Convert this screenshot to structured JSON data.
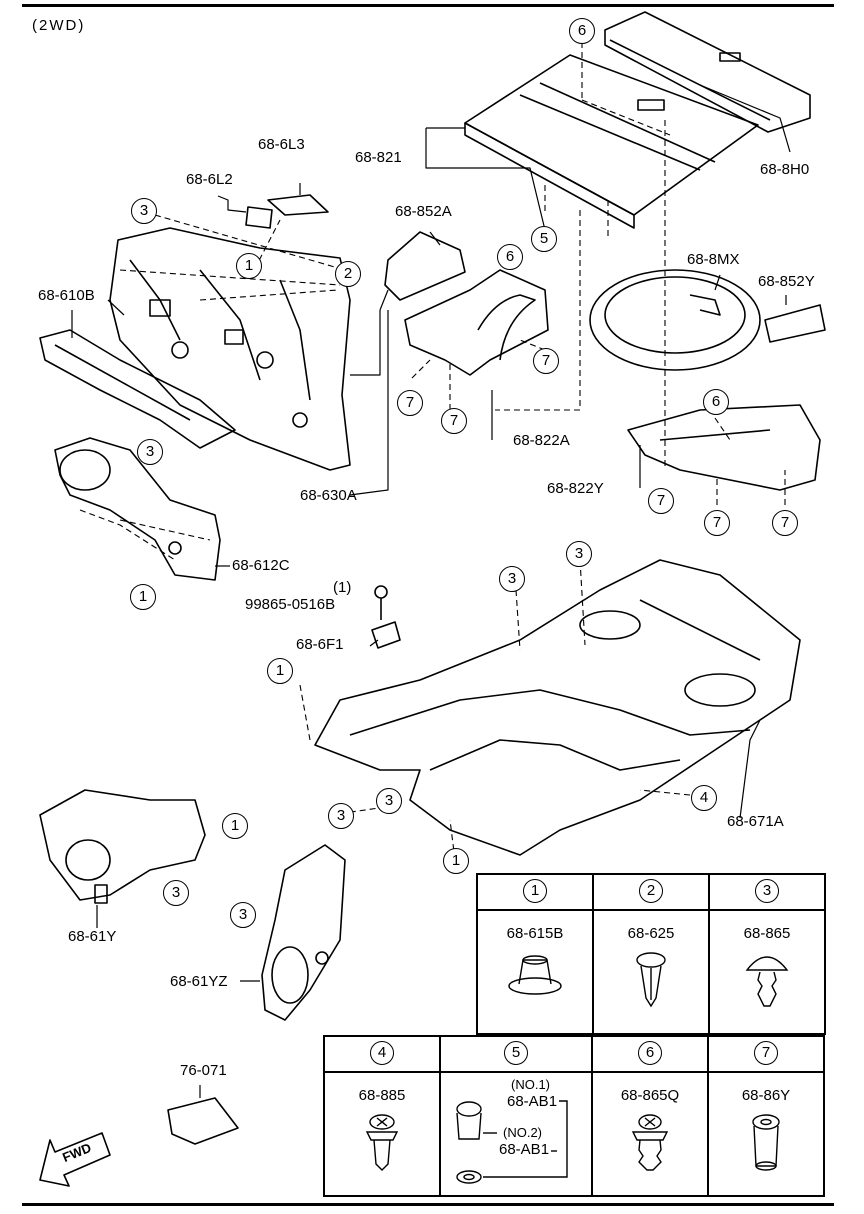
{
  "header": {
    "variant": "(2WD)"
  },
  "callout_numbers": [
    "1",
    "2",
    "3",
    "4",
    "5",
    "6",
    "7"
  ],
  "parts": {
    "p_686L3": "68-6L3",
    "p_686L2": "68-6L2",
    "p_68610B": "68-610B",
    "p_68630A": "68-630A",
    "p_68612C": "68-612C",
    "p_68821": "68-821",
    "p_688H0": "68-8H0",
    "p_68852A": "68-852A",
    "p_68822A": "68-822A",
    "p_688MX": "68-8MX",
    "p_68852Y": "68-852Y",
    "p_68822Y": "68-822Y",
    "p_qty": "(1)",
    "p_99865": "99865-0516B",
    "p_686F1": "68-6F1",
    "p_68671A": "68-671A",
    "p_6861Y": "68-61Y",
    "p_6861YZ": "68-61YZ",
    "p_76071": "76-071"
  },
  "fastener_key": {
    "row1": [
      {
        "num": "1",
        "part": "68-615B"
      },
      {
        "num": "2",
        "part": "68-625"
      },
      {
        "num": "3",
        "part": "68-865"
      }
    ],
    "row2": [
      {
        "num": "4",
        "part": "68-885"
      },
      {
        "num": "5",
        "no1": "(NO.1)",
        "part1": "68-AB1",
        "no2": "(NO.2)",
        "part2": "68-AB1"
      },
      {
        "num": "6",
        "part": "68-865Q"
      },
      {
        "num": "7",
        "part": "68-86Y"
      }
    ]
  },
  "fwd_label": "FWD"
}
